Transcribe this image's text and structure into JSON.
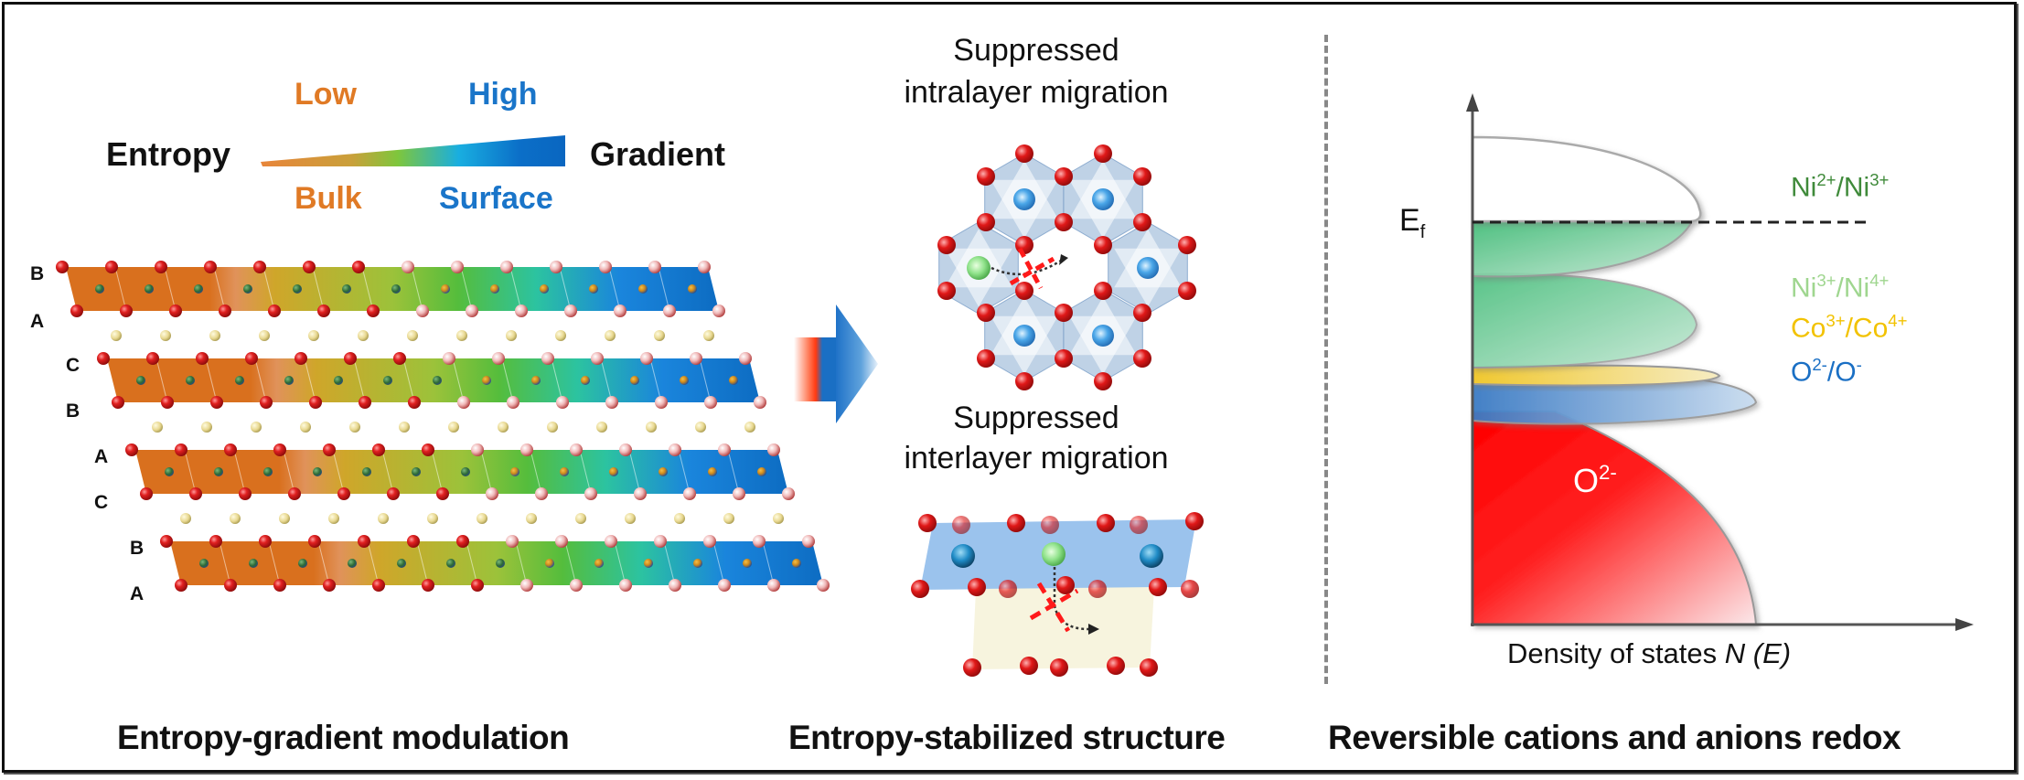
{
  "panels": {
    "left": {
      "caption": "Entropy-gradient modulation",
      "legend": {
        "left_word": "Entropy",
        "right_word": "Gradient",
        "top_left": "Low",
        "top_right": "High",
        "bottom_left": "Bulk",
        "bottom_right": "Surface"
      },
      "stacking_labels": [
        {
          "top": "B",
          "bottom": "A"
        },
        {
          "top": "C",
          "bottom": "B"
        },
        {
          "top": "A",
          "bottom": "C"
        },
        {
          "top": "B",
          "bottom": "A"
        }
      ]
    },
    "middle": {
      "caption": "Entropy-stabilized structure",
      "intralayer_title_line1": "Suppressed",
      "intralayer_title_line2": "intralayer migration",
      "interlayer_title_line1": "Suppressed",
      "interlayer_title_line2": "interlayer migration"
    },
    "right": {
      "caption": "Reversible cations and anions redox",
      "fermi_label": "E",
      "fermi_sub": "f",
      "x_axis_label_plain": "Density of states ",
      "x_axis_label_italic": "N (E)",
      "bands": [
        {
          "base": "Ni",
          "sup1": "2+",
          "sep": "/Ni",
          "sup2": "3+",
          "color": "#3f8a3a"
        },
        {
          "base": "Ni",
          "sup1": "3+",
          "sep": "/Ni",
          "sup2": "4+",
          "color": "#9fd68f"
        },
        {
          "base": "Co",
          "sup1": "3+",
          "sep": "/Co",
          "sup2": "4+",
          "color": "#f2c200"
        },
        {
          "base": "O",
          "sup1": "2-",
          "sep": "/O",
          "sup2": "-",
          "color": "#1a6fc4"
        }
      ],
      "o2_label_base": "O",
      "o2_label_sup": "2-"
    }
  },
  "colors": {
    "orange": "#e07a25",
    "blue": "#1a75c9",
    "oxygen": "#d81e1e",
    "lithium": "#e9dc98"
  }
}
